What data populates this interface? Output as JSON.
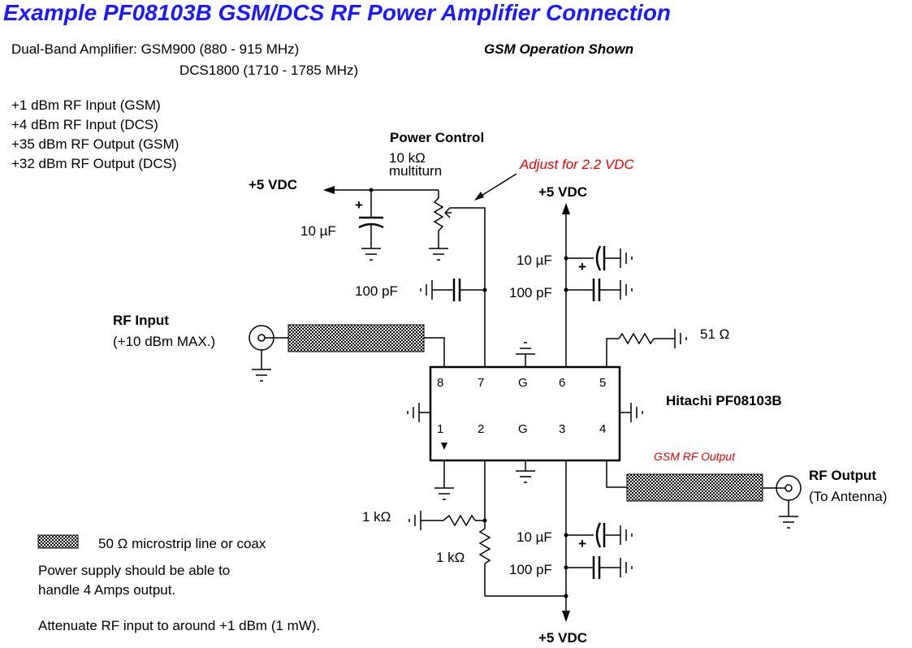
{
  "title": "Example PF08103B GSM/DCS RF Power Amplifier Connection",
  "info": {
    "dual_band_line1": "Dual-Band Amplifier: GSM900 (880 - 915 MHz)",
    "dual_band_line2": "DCS1800 (1710 - 1785 MHz)",
    "mode": "GSM Operation Shown",
    "specs": [
      "+1 dBm RF Input (GSM)",
      "+4 dBm RF Input (DCS)",
      "+35 dBm RF Output (GSM)",
      "+32 dBm RF Output (DCS)"
    ]
  },
  "labels": {
    "power_control": "Power Control",
    "pot_value": "10 kΩ",
    "pot_type": "multiturn",
    "adjust_note": "Adjust for 2.2 VDC",
    "vdc": "+5 VDC",
    "cap_10uf": "10 µF",
    "cap_100pf": "100 pF",
    "res_51": "51 Ω",
    "res_1k": "1 kΩ",
    "rf_input": "RF Input",
    "rf_input_max": "(+10 dBm MAX.)",
    "chip_name": "Hitachi PF08103B",
    "gsm_rf_output": "GSM RF Output",
    "rf_output": "RF Output",
    "to_antenna": "(To Antenna)",
    "plus": "+",
    "minus": "-"
  },
  "chip_pins": {
    "top": [
      "8",
      "7",
      "G",
      "6",
      "5"
    ],
    "bottom": [
      "1",
      "2",
      "G",
      "3",
      "4"
    ]
  },
  "notes": {
    "legend": "50 Ω microstrip line or coax",
    "power_line1": "Power supply should be able to",
    "power_line2": "handle 4 Amps output.",
    "attenuate": "Attenuate RF input to around +1 dBm (1 mW)."
  },
  "colors": {
    "title": "#1a1aff",
    "annotation": "#ee0000"
  }
}
